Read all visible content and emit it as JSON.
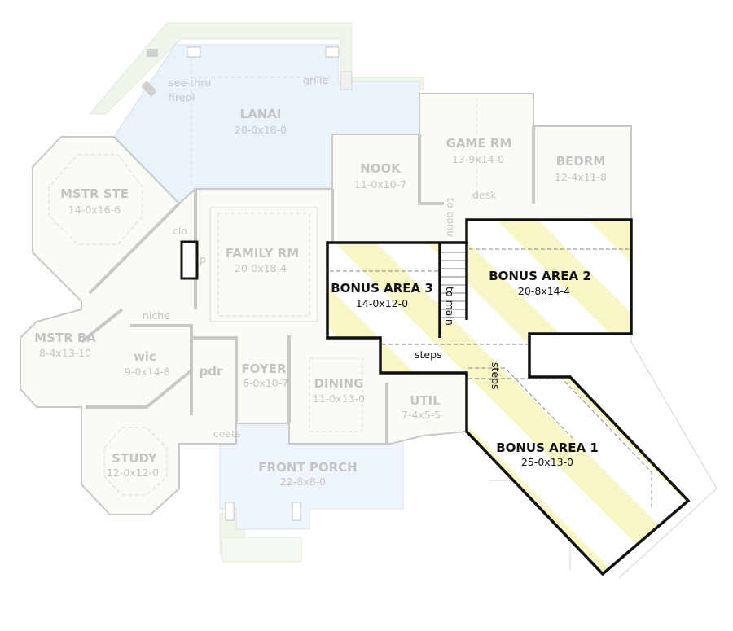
{
  "colors": {
    "outdoor_area": "#eaf3fc",
    "interior": "#fbfbf6",
    "wall": "#c8c8c8",
    "bonus_stripe": "#f8f5c6",
    "bonus_outline": "#111111",
    "landscape": "#eef5ea"
  },
  "rooms": {
    "lanai": {
      "name": "LANAI",
      "dims": "20-0x18-0"
    },
    "mstr_ste": {
      "name": "MSTR STE",
      "dims": "14-0x16-6"
    },
    "family_rm": {
      "name": "FAMILY RM",
      "dims": "20-0x18-4"
    },
    "nook": {
      "name": "NOOK",
      "dims": "11-0x10-7"
    },
    "game_rm": {
      "name": "GAME RM",
      "dims": "13-9x14-0"
    },
    "bedrm": {
      "name": "BEDRM",
      "dims": "12-4x11-8"
    },
    "mstr_ba": {
      "name": "MSTR BA",
      "dims": "8-4x13-10"
    },
    "wic": {
      "name": "wic",
      "dims": "9-0x14-8"
    },
    "pdr": {
      "name": "pdr"
    },
    "foyer": {
      "name": "FOYER",
      "dims": "6-0x10-7"
    },
    "dining": {
      "name": "DINING",
      "dims": "11-0x13-0"
    },
    "util": {
      "name": "UTIL",
      "dims": "7-4x5-5"
    },
    "study": {
      "name": "STUDY",
      "dims": "12-0x12-0"
    },
    "front_porch": {
      "name": "FRONT PORCH",
      "dims": "22-8x8-0"
    }
  },
  "bonus": {
    "area1": {
      "name": "BONUS AREA 1",
      "dims": "25-0x13-0"
    },
    "area2": {
      "name": "BONUS AREA 2",
      "dims": "20-8x14-4"
    },
    "area3": {
      "name": "BONUS AREA 3",
      "dims": "14-0x12-0"
    }
  },
  "notes": {
    "see_thru": "see-thru",
    "firepl": "firepl",
    "grille": "grille",
    "clo": "clo",
    "p": "p",
    "niche": "niche",
    "desk": "desk",
    "to_bonus": "to bonu",
    "to_main": "to main",
    "steps_1": "steps",
    "steps_2": "steps",
    "coats": "coats"
  }
}
